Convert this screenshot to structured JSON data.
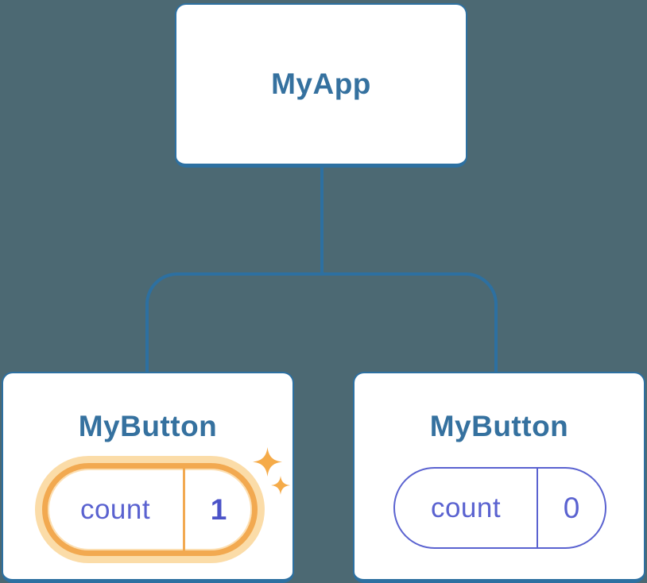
{
  "diagram": {
    "description": "React component tree showing isolated state",
    "background_color": "#4C6973",
    "node_border_color": "#2D70A1",
    "node_title_color": "#35719F",
    "connector_color": "#2D70A1",
    "state_text_color": "#5A62D0",
    "highlight_ring_color": "#F2A950",
    "highlight_halo_color": "#FBDCA8",
    "highlight_value_color": "#4B53C8",
    "sparkle_color": "#F5AB49"
  },
  "tree": {
    "root": {
      "label": "MyApp"
    },
    "children": [
      {
        "label": "MyButton",
        "state_key": "count",
        "state_value": "1",
        "highlighted": true
      },
      {
        "label": "MyButton",
        "state_key": "count",
        "state_value": "0",
        "highlighted": false
      }
    ]
  }
}
